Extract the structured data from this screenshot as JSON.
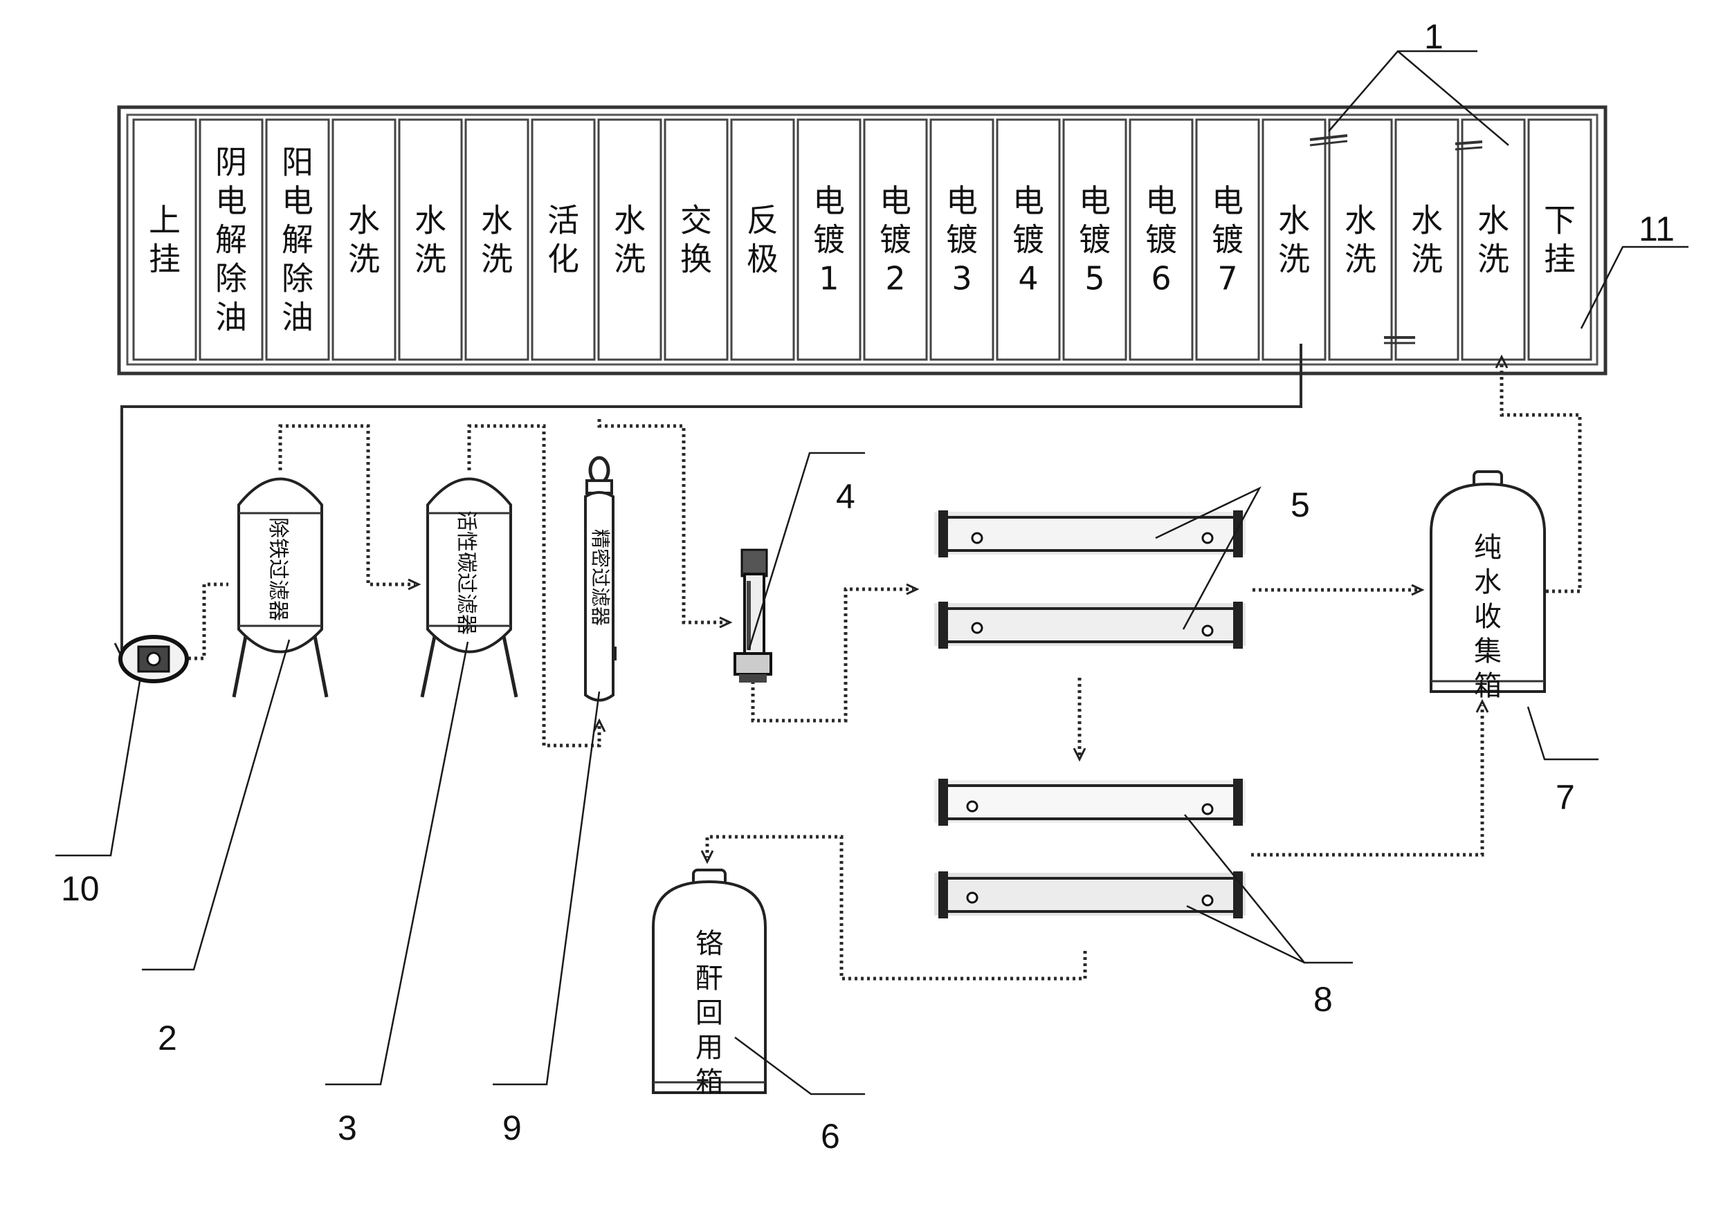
{
  "tank_line": {
    "tanks": [
      {
        "label": "上挂"
      },
      {
        "label": "阴电解除油"
      },
      {
        "label": "阳电解除油"
      },
      {
        "label": "水洗"
      },
      {
        "label": "水洗"
      },
      {
        "label": "水洗"
      },
      {
        "label": "活化"
      },
      {
        "label": "水洗"
      },
      {
        "label": "交换"
      },
      {
        "label": "反极"
      },
      {
        "label": "电镀1"
      },
      {
        "label": "电镀2"
      },
      {
        "label": "电镀3"
      },
      {
        "label": "电镀4"
      },
      {
        "label": "电镀5"
      },
      {
        "label": "电镀6"
      },
      {
        "label": "电镀7"
      },
      {
        "label": "水洗"
      },
      {
        "label": "水洗"
      },
      {
        "label": "水洗"
      },
      {
        "label": "水洗"
      },
      {
        "label": "下挂"
      }
    ]
  },
  "equipment": {
    "iron_filter": "除铁过滤器",
    "carbon_filter": "活性碳过滤器",
    "precision_filter": "精密过滤器",
    "pure_water_tank": "纯水收集箱",
    "chrome_recovery_tank": "铬酐回用箱"
  },
  "callouts": {
    "n1": "1",
    "n2": "2",
    "n3": "3",
    "n4": "4",
    "n5": "5",
    "n6": "6",
    "n7": "7",
    "n8": "8",
    "n9": "9",
    "n10": "10",
    "n11": "11"
  }
}
